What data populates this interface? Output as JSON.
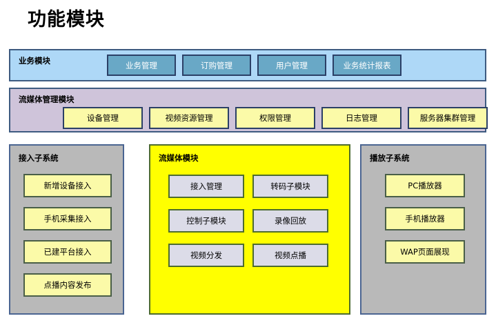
{
  "page": {
    "title": "功能模块"
  },
  "bands": [
    {
      "id": "business",
      "title": "业务模块",
      "color": "#aed8f7",
      "items": [
        {
          "label": "业务管理"
        },
        {
          "label": "订购管理"
        },
        {
          "label": "用户管理"
        },
        {
          "label": "业务统计报表"
        }
      ]
    },
    {
      "id": "stream_mgmt",
      "title": "流媒体管理模块",
      "color": "#cfc4da",
      "items": [
        {
          "label": "设备管理"
        },
        {
          "label": "视频资源管理"
        },
        {
          "label": "权限管理"
        },
        {
          "label": "日志管理"
        },
        {
          "label": "服务器集群管理"
        }
      ]
    }
  ],
  "columns": [
    {
      "id": "access",
      "title": "接入子系统",
      "color": "#b9b9b9",
      "items": [
        {
          "label": "新增设备接入"
        },
        {
          "label": "手机采集接入"
        },
        {
          "label": "已建平台接入"
        },
        {
          "label": "点播内容发布"
        }
      ]
    },
    {
      "id": "stream",
      "title": "流媒体模块",
      "color": "#ffff00",
      "items": [
        {
          "label": "接入管理"
        },
        {
          "label": "转码子模块"
        },
        {
          "label": "控制子模块"
        },
        {
          "label": "录像回放"
        },
        {
          "label": "视频分发"
        },
        {
          "label": "视频点播"
        }
      ]
    },
    {
      "id": "player",
      "title": "播放子系统",
      "color": "#b9b9b9",
      "items": [
        {
          "label": "PC播放器"
        },
        {
          "label": "手机播放器"
        },
        {
          "label": "WAP页面展现"
        }
      ]
    }
  ]
}
